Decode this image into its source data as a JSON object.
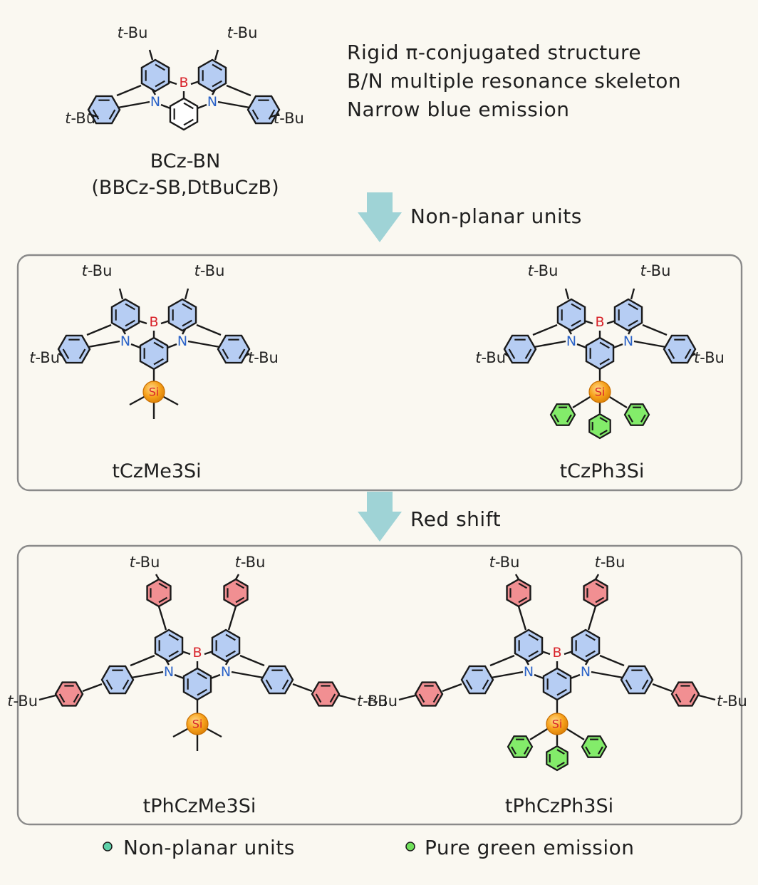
{
  "top": {
    "molecule_name": "BCz-BN",
    "molecule_alias": "(BBCz-SB,DtBuCzB)",
    "features": [
      "Rigid π-conjugated structure",
      "B/N  multiple resonance skeleton",
      "Narrow blue emission"
    ]
  },
  "arrows": [
    {
      "label": "Non-planar units"
    },
    {
      "label": "Red shift"
    }
  ],
  "box1": {
    "molecules": [
      {
        "name": "tCzMe3Si"
      },
      {
        "name": "tCzPh3Si"
      }
    ]
  },
  "box2": {
    "molecules": [
      {
        "name": "tPhCzMe3Si"
      },
      {
        "name": "tPhCzPh3Si"
      }
    ]
  },
  "atoms": {
    "boron": "B",
    "nitrogen": "N",
    "silicon": "Si",
    "tbu_prefix": "t",
    "tbu_suffix": "-Bu"
  },
  "legend": [
    {
      "label": "Non-planar units",
      "color": "#5dd0a8"
    },
    {
      "label": "Pure green emission",
      "color": "#6fe05a"
    }
  ],
  "colors": {
    "carbazole_ring": "#b6cdf3",
    "phenyl_red": "#f18f92",
    "phenyl_green": "#83ec6a",
    "silicon": "#f7a21c",
    "arrow": "#9fd3d6",
    "boron": "#d8232a",
    "nitrogen": "#2a62c8"
  }
}
